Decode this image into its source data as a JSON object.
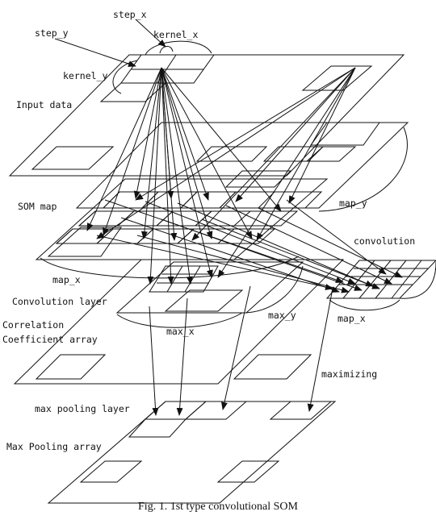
{
  "labels": {
    "step_x": "step_x",
    "step_y": "step_y",
    "kernel_x": "kernel_x",
    "kernel_y": "kernel_y",
    "input_data": "Input data",
    "som_map": "SOM map",
    "map_y": "map_y",
    "convolution": "convolution",
    "map_x_left": "map_x",
    "convolution_layer": "Convolution layer",
    "max_y": "max_y",
    "map_x_right": "map_x",
    "correlation_1": "Correlation",
    "correlation_2": "Coefficient array",
    "max_x": "max_x",
    "maximizing": "maximizing",
    "max_pooling_layer": "max pooling layer",
    "max_pooling_array": "Max Pooling array"
  },
  "caption": "Fig. 1.  1st type convolutional SOM"
}
